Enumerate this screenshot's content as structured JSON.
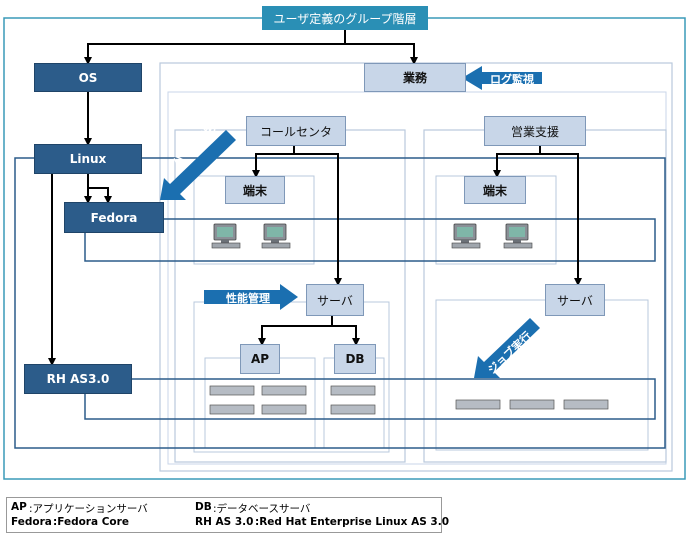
{
  "title": "ユーザ定義のグループ階層",
  "nodes": {
    "os": "OS",
    "linux": "Linux",
    "fedora": "Fedora",
    "rhas": "RH AS3.0",
    "gyomu": "業務",
    "callcenter": "コールセンタ",
    "eigyo": "営業支援",
    "tanmatsu_left": "端末",
    "tanmatsu_right": "端末",
    "server_left": "サーバ",
    "server_right": "サーバ",
    "ap": "AP",
    "db": "DB"
  },
  "callouts": {
    "log": "ログ監視",
    "patch": "パッチ適用",
    "perf": "性能管理",
    "job": "ジョブ実行"
  },
  "legend": {
    "ap_key": "AP",
    "ap_value": ":アプリケーションサーバ",
    "db_key": "DB",
    "db_value": ":データベースサーバ",
    "fedora_key": "Fedora",
    "fedora_value": ":Fedora Core",
    "rh_key": "RH AS 3.0",
    "rh_value": ":Red Hat Enterprise Linux AS 3.0"
  },
  "colors": {
    "dark_node": "#2c5c8a",
    "light_node": "#c8d6e8",
    "title_bar": "#2a8fb5",
    "callout": "#1b6fb0",
    "outer_frame": "#3a9ab8"
  },
  "icons": [
    "pc-icon",
    "rack-server-icon"
  ]
}
